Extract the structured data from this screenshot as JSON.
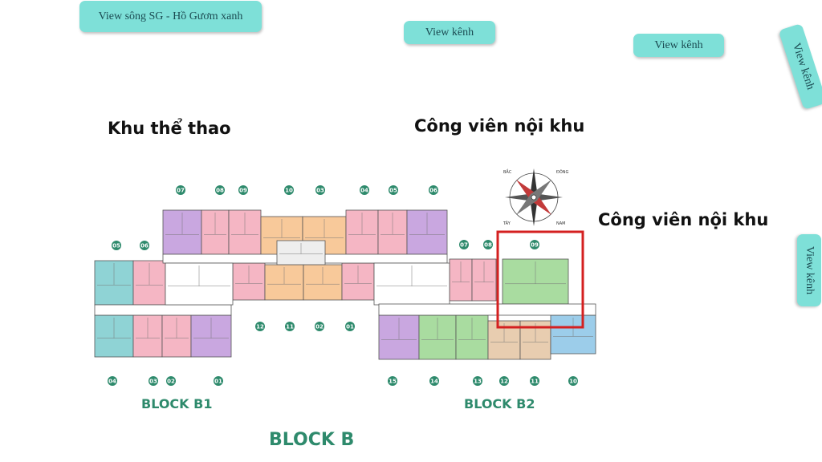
{
  "labels": {
    "view_river": "View sông SG - Hồ Gươm xanh",
    "view_canal_1": "View kênh",
    "view_canal_2": "View kênh",
    "view_canal_3": "View kênh",
    "view_canal_4": "View kênh",
    "sports_area": "Khu thể thao",
    "park_top": "Công viên nội khu",
    "park_right": "Công viên nội khu",
    "block_b1": "BLOCK B1",
    "block_b2": "BLOCK B2",
    "block_b": "BLOCK B"
  },
  "compass": {
    "north": "BẮC",
    "east": "ĐÔNG",
    "west": "TÂY",
    "south": "NAM"
  },
  "units": {
    "b1_top": [
      "07",
      "08",
      "09",
      "10",
      "03",
      "04",
      "05",
      "06"
    ],
    "b1_left": [
      "05",
      "06"
    ],
    "b1_middle_bottom": [
      "12",
      "11",
      "02",
      "01"
    ],
    "b1_bottom": [
      "04",
      "03",
      "02",
      "01"
    ],
    "b2_top": [
      "07",
      "08",
      "09"
    ],
    "b2_bottom": [
      "15",
      "14",
      "13",
      "12",
      "11",
      "10"
    ]
  },
  "colors": {
    "tag_bg": "#7ee0d8",
    "block_text": "#2e8a6c",
    "highlight": "#d42020",
    "purple": "#c9a7e0",
    "pink": "#f5b6c4",
    "orange": "#f8c99a",
    "teal": "#8fd3d5",
    "green": "#a9dca0",
    "blue": "#9ccdea",
    "beige": "#e8cdb0"
  }
}
